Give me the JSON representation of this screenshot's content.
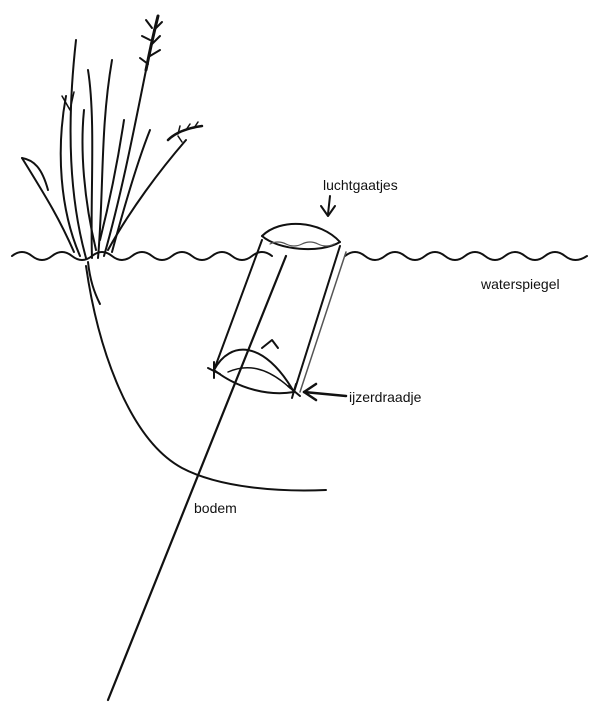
{
  "labels": {
    "air_holes": "luchtgaatjes",
    "water_level": "waterspiegel",
    "iron_wire": "ijzerdraadje",
    "bottom": "bodem"
  },
  "colors": {
    "ink": "#111111",
    "background": "#ffffff"
  }
}
